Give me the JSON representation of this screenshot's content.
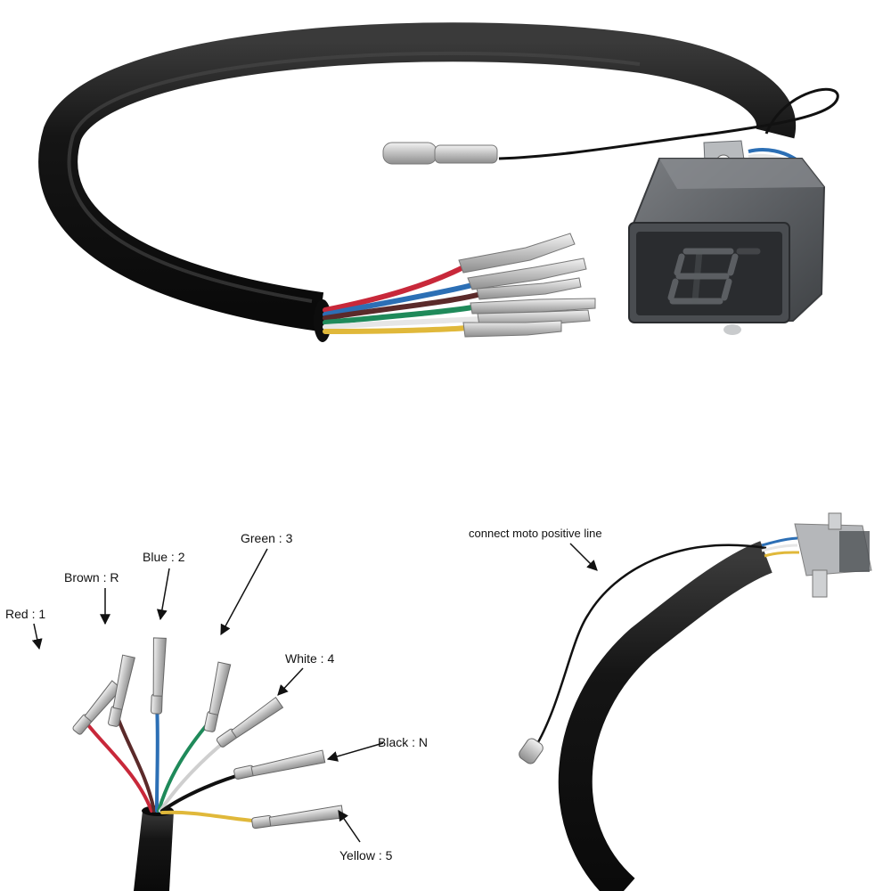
{
  "labels": {
    "red": "Red : 1",
    "brown": "Brown : R",
    "blue": "Blue : 2",
    "green": "Green : 3",
    "white": "White : 4",
    "black": "Black : N",
    "yellow": "Yellow : 5",
    "positive": "connect moto positive line"
  },
  "colors": {
    "cable": "#151515",
    "red": "#c8283a",
    "brown": "#5b2a2a",
    "blue": "#2c6fb5",
    "green": "#1f8a5a",
    "white": "#e6e6e6",
    "black": "#111111",
    "yellow": "#e0b83a",
    "terminal": "#d9d9d9",
    "display_housing": "#5f6266",
    "display_window": "#2a2c2f"
  }
}
